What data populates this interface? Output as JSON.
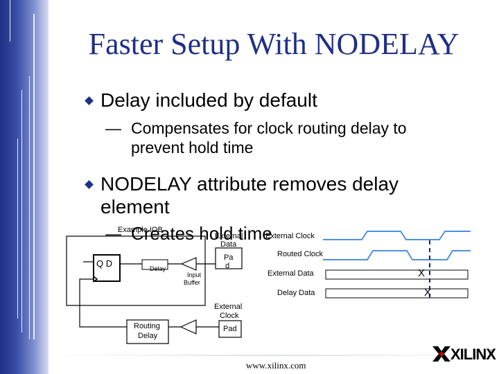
{
  "title": "Faster Setup With NODELAY",
  "bullets": [
    {
      "text": "Delay included by default",
      "sub": {
        "dash": "—",
        "line1": "Compensates for clock routing delay to",
        "line2": "prevent hold time"
      }
    },
    {
      "line1": "NODELAY attribute removes delay",
      "line2": "element",
      "sub": {
        "dash": "—",
        "text": "Creates hold time"
      }
    }
  ],
  "diagram": {
    "example_iob": "Example IOB",
    "qd": "Q D",
    "delay": "Delay",
    "input_buffer": [
      "Input",
      "Buffer"
    ],
    "external_data": [
      "External",
      "Data"
    ],
    "data_pad": [
      "Pa",
      "d"
    ],
    "routing_delay": [
      "Routing",
      "Delay"
    ],
    "external_clock": [
      "External",
      "Clock"
    ],
    "clock_pad": "Pad"
  },
  "timing": {
    "external_clock": "External Clock",
    "routed_clock": "Routed Clock",
    "external_data": "External Data",
    "delay_data": "Delay Data",
    "x_marks": [
      "X",
      "X"
    ]
  },
  "footer": "www.xilinx.com",
  "logo": {
    "text": "XILINX",
    "registered": "®"
  },
  "colors": {
    "title": "#1f2f86",
    "waveform": "#4f8fe0",
    "sidebar_dark": "#1e2f86"
  }
}
